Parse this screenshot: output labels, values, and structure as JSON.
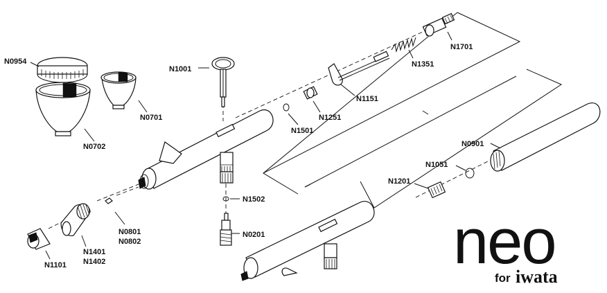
{
  "diagram": {
    "part_labels": {
      "N0954": "N0954",
      "N0702": "N0702",
      "N0701": "N0701",
      "N1001": "N1001",
      "N1501": "N1501",
      "N1251": "N1251",
      "N1151": "N1151",
      "N1351": "N1351",
      "N1701": "N1701",
      "N0901": "N0901",
      "N1051": "N1051",
      "N1201": "N1201",
      "N1502": "N1502",
      "N0201": "N0201",
      "N0801": "N0801",
      "N0802": "N0802",
      "N1401": "N1401",
      "N1402": "N1402",
      "N1101": "N1101"
    }
  },
  "brand": {
    "wordmark": "neo",
    "tagline_for": "for",
    "tagline_maker": "iwata"
  }
}
